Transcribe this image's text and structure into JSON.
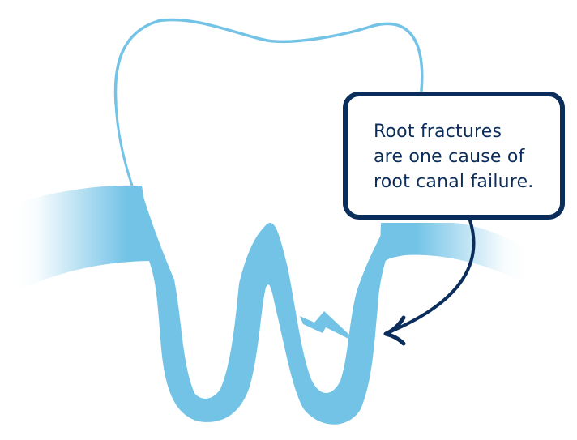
{
  "callout": {
    "lines": [
      "Root fractures",
      "are one cause of",
      "root canal failure."
    ]
  },
  "colors": {
    "tooth_blue": "#73c3e7",
    "navy": "#0b2d5b",
    "background": "#ffffff"
  },
  "illustration": {
    "subject": "molar-tooth",
    "features": [
      "tooth-crown-outline",
      "gum-line-left",
      "gum-line-right",
      "root-left",
      "root-right",
      "root-fracture",
      "pointer-arrow"
    ]
  }
}
